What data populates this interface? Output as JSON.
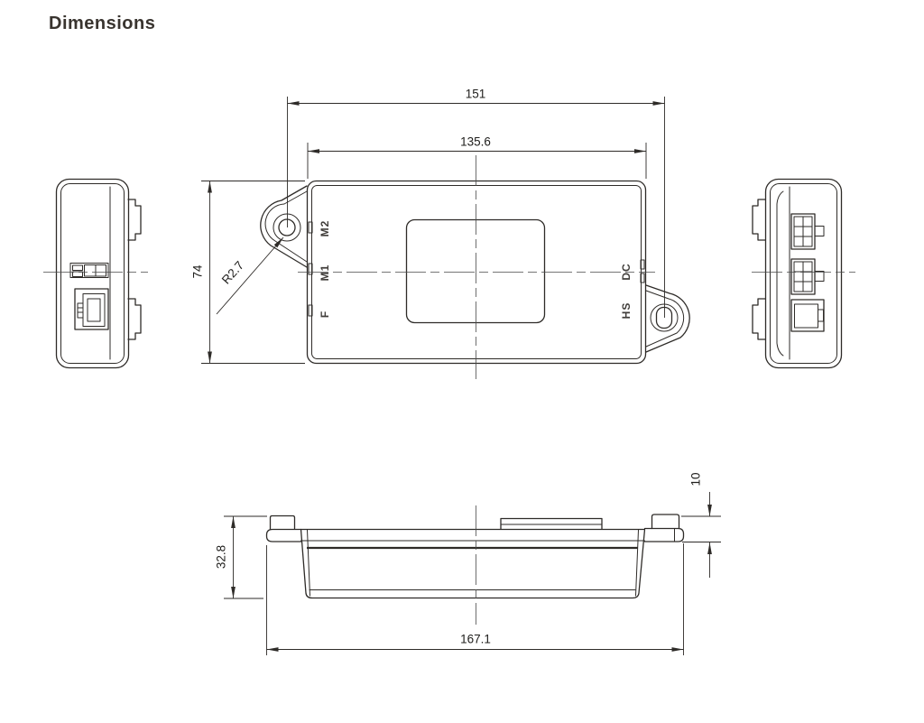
{
  "title": "Dimensions",
  "views": {
    "front": {
      "port_labels": {
        "m2": "M2",
        "m1": "M1",
        "f": "F",
        "dc": "DC",
        "hs": "HS"
      }
    }
  },
  "dimensions": {
    "mounting_hole_span": "151",
    "body_width": "135.6",
    "body_height": "74",
    "mounting_tab_radius": "R2.7",
    "tab_offset_height": "10",
    "overall_depth": "32.8",
    "overall_length": "167.1"
  },
  "colors": {
    "line": "#2e2b28",
    "background": "#ffffff",
    "text": "#39342f"
  }
}
